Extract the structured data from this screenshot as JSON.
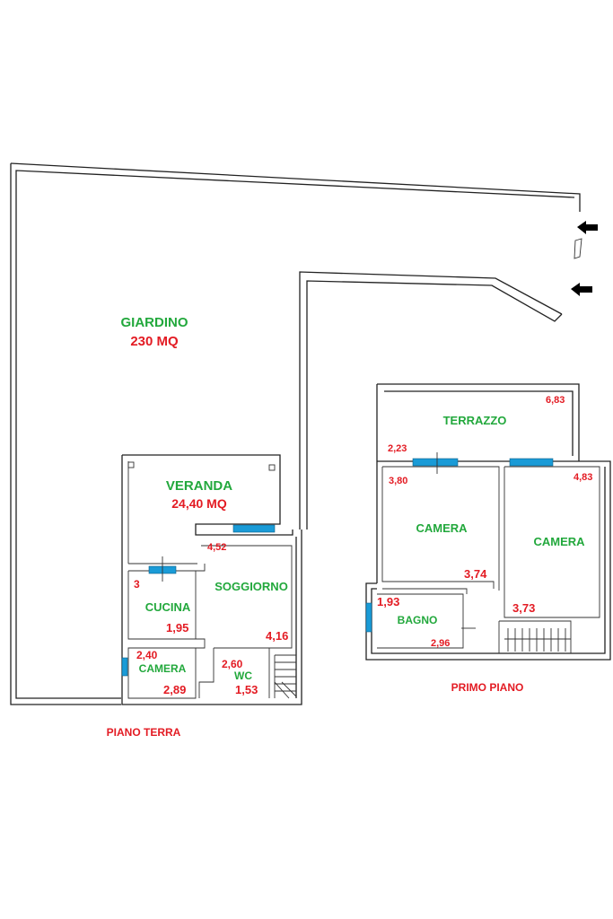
{
  "colors": {
    "green_label": "#22a83c",
    "red_label": "#e31b23",
    "window_blue": "#1a9bd7",
    "wall": "#222222"
  },
  "ground_floor": {
    "title": "PIANO TERRA",
    "garden": {
      "name": "GIARDINO",
      "area": "230 MQ"
    },
    "veranda": {
      "name": "VERANDA",
      "area": "24,40 MQ"
    },
    "soggiorno": {
      "name": "SOGGIORNO",
      "dim_a": "4,52",
      "dim_b": "4,16"
    },
    "cucina": {
      "name": "CUCINA",
      "dim_a": "3",
      "dim_b": "1,95"
    },
    "camera": {
      "name": "CAMERA",
      "dim_a": "2,40",
      "dim_b": "2,89"
    },
    "wc": {
      "name": "WC",
      "dim_a": "2,60",
      "dim_b": "1,53"
    }
  },
  "first_floor": {
    "title": "PRIMO PIANO",
    "terrazzo": {
      "name": "TERRAZZO",
      "dim_a": "6,83",
      "dim_b": "2,23"
    },
    "camera_left": {
      "name": "CAMERA",
      "dim_a": "3,80",
      "dim_b": "3,74"
    },
    "camera_right": {
      "name": "CAMERA",
      "dim_a": "4,83",
      "dim_b": "3,73"
    },
    "bagno": {
      "name": "BAGNO",
      "dim_a": "1,93",
      "dim_b": "2,96"
    }
  },
  "icons": [
    "entrance-arrow-icon",
    "entrance-arrow-icon"
  ]
}
